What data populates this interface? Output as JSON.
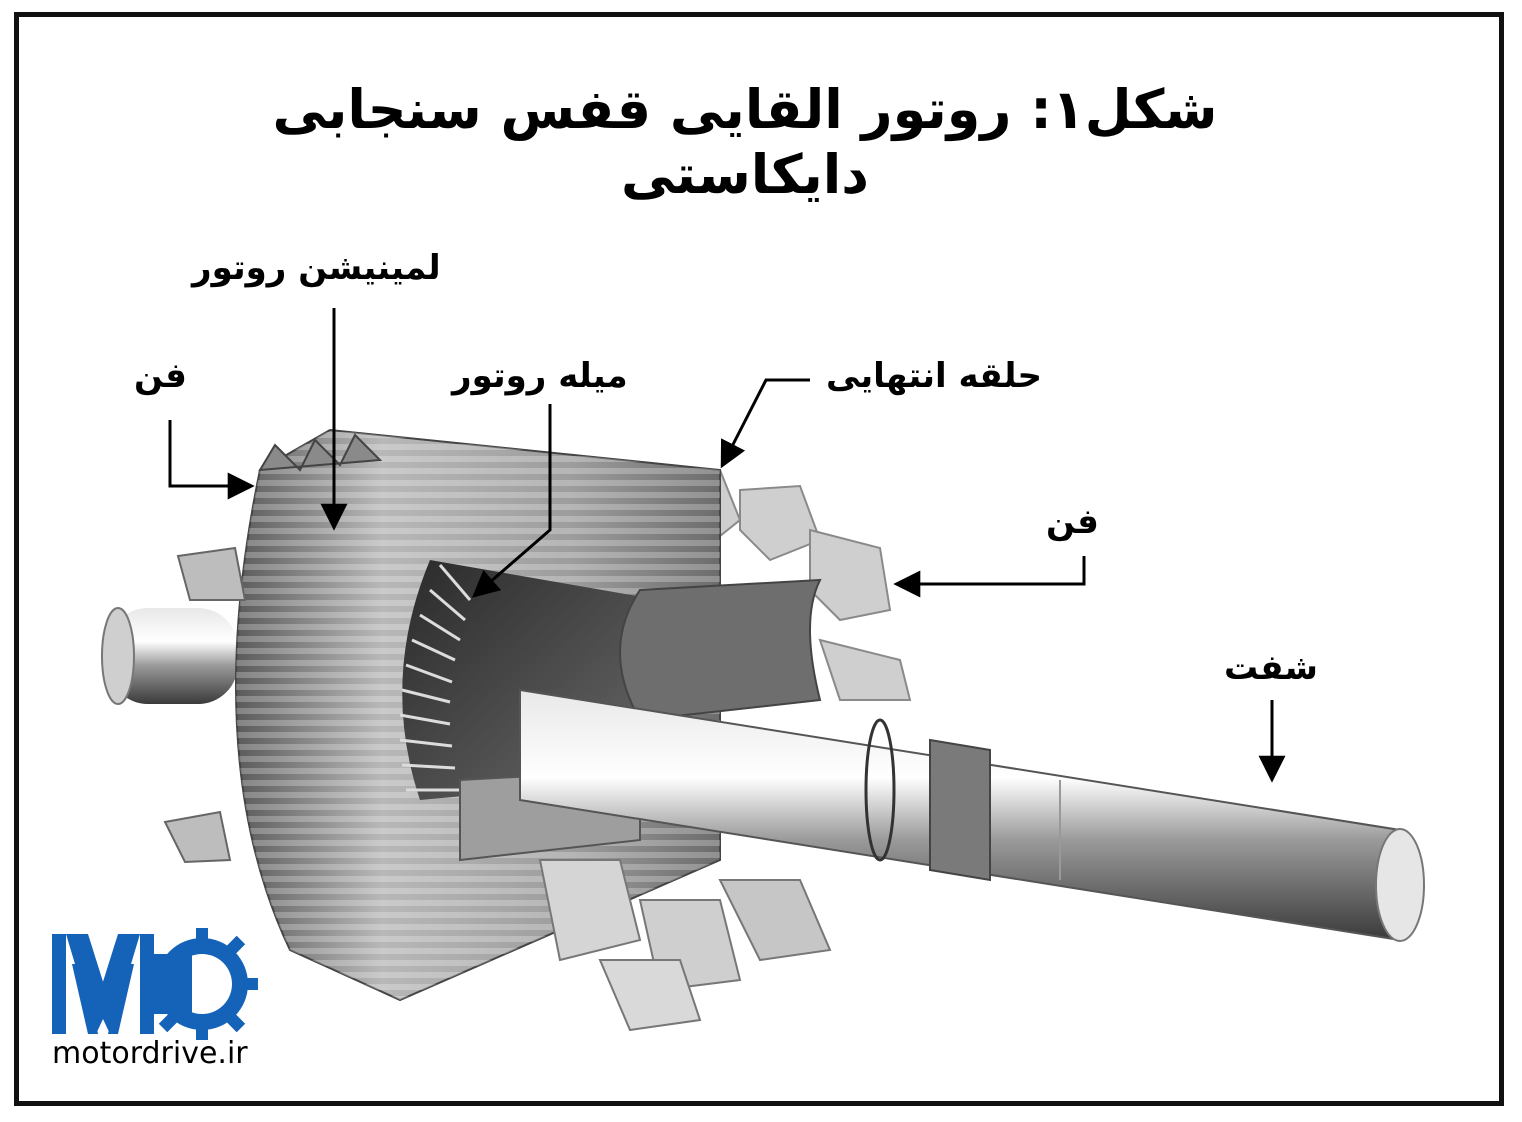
{
  "title": "شکل۱: روتور القایی قفس سنجابی دایکاستی",
  "labels": {
    "lamination": "لمینیشن روتور",
    "fan_left": "فن",
    "rotor_bar": "میله روتور",
    "end_ring": "حلقه انتهایی",
    "fan_right": "فن",
    "shaft": "شفت"
  },
  "logo": {
    "text": "motordrive.ir",
    "color": "#1463b8"
  }
}
